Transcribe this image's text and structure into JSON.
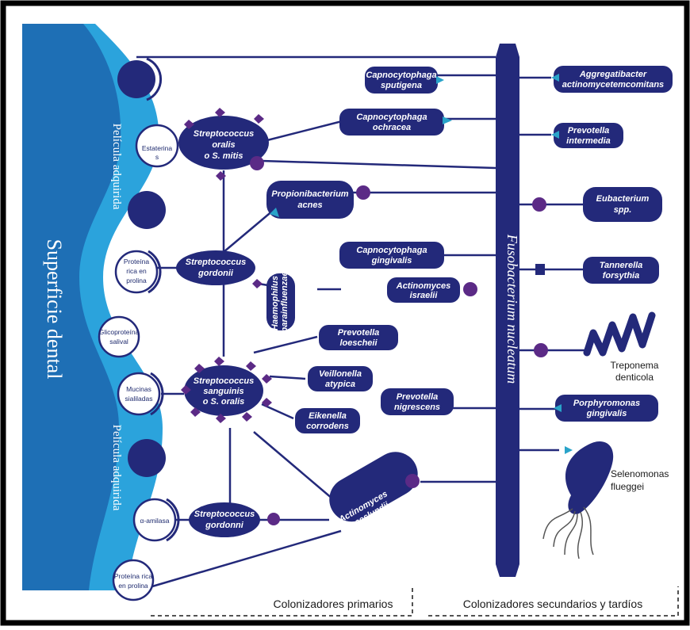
{
  "surface": {
    "title": "Superficie dental",
    "pellicle_top": "Película adquirida",
    "pellicle_bottom": "Película adquirida"
  },
  "receptors": {
    "estaterina": "Estaterina",
    "estaterina_extra": "s",
    "proteina_rica_1": "Proteína rica en prolina",
    "glicoproteina": "Glicoproteína salival",
    "mucinas": "Mucinas sialiladas",
    "amilasa": "α-amilasa",
    "proteina_rica_2": "Proteína rica en prolina"
  },
  "primary": {
    "s_oralis": [
      "Streptococcus",
      "oralis",
      "o S. mitis"
    ],
    "s_gordonii": [
      "Streptococcus",
      "gordonii"
    ],
    "s_sanguinis": [
      "Streptococcus",
      "sanguinis",
      "o S. oralis"
    ],
    "s_gordonni": [
      "Streptococcus",
      "gordonni"
    ],
    "a_naeslundii": [
      "Actinomyces",
      "naeslundii"
    ],
    "haemophilus": [
      "Haemophilus",
      "parainfluenzae"
    ]
  },
  "organisms": {
    "capno_sputigena": [
      "Capnocytophaga",
      "sputigena"
    ],
    "capno_ochracea": [
      "Capnocytophaga",
      "ochracea"
    ],
    "propioni": [
      "Propionibacterium",
      "acnes"
    ],
    "capno_gingivalis": [
      "Capnocytophaga",
      "gingivalis"
    ],
    "actino_israelii": [
      "Actinomyces",
      "israelii"
    ],
    "prevotella_loescheii": [
      "Prevotella",
      "loescheii"
    ],
    "veillonella": [
      "Veillonella",
      "atypica"
    ],
    "eikenella": [
      "Eikenella",
      "corrodens"
    ],
    "prevotella_nigrescens": [
      "Prevotella",
      "nigrescens"
    ]
  },
  "fusobacterium": "Fusobacterium nucleatum",
  "secondary": {
    "aggregatibacter": [
      "Aggregatibacter",
      "actinomycetemcomitans"
    ],
    "prevotella_intermedia": [
      "Prevotella",
      "intermedia"
    ],
    "eubacterium": [
      "Eubacterium",
      "spp."
    ],
    "tannerella": [
      "Tannerella",
      "forsythia"
    ],
    "treponema": [
      "Treponema",
      "denticola"
    ],
    "porphyromonas": [
      "Porphyromonas",
      "gingivalis"
    ],
    "selenomonas": [
      "Selenomonas",
      "flueggei"
    ]
  },
  "legend": {
    "primary": "Colonizadores primarios",
    "secondary": "Colonizadores secundarios y tardíos"
  },
  "colors": {
    "navy": "#23297a",
    "blue": "#1e6fb5",
    "cyan": "#2ba3dc",
    "purple": "#5b2a86",
    "teal": "#29a3c9"
  }
}
